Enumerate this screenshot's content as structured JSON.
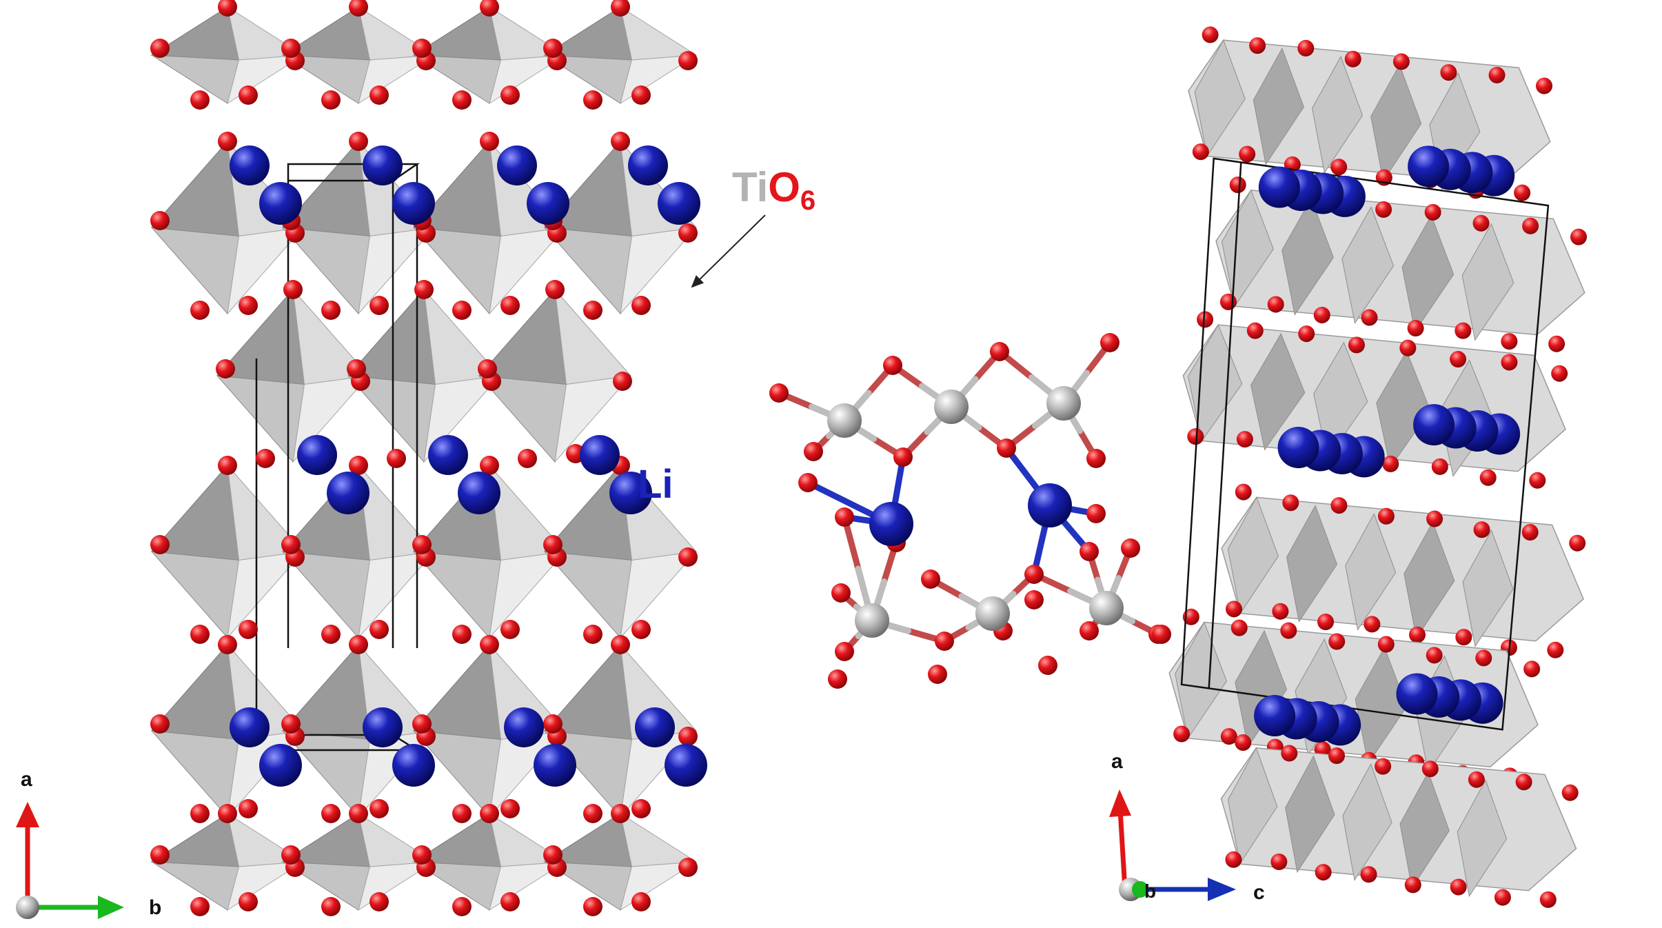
{
  "colors": {
    "oxygen": "#e4151b",
    "titanium": "#b9b9b9",
    "lithium": "#1a22b8",
    "octahedron_face": "#d2d2d2",
    "octahedron_dark": "#8e8e8e",
    "cell_edge": "#111111",
    "axis_a": "#e01515",
    "axis_b": "#19b81e",
    "axis_c": "#1530b4"
  },
  "labels": {
    "tio6_ti": "Ti",
    "tio6_o": "O",
    "tio6_sub": "6",
    "li": "Li"
  },
  "left_axes": {
    "up": "a",
    "right": "b"
  },
  "right_axes": {
    "up": "a",
    "into": "b",
    "right": "c"
  },
  "icons": {
    "left_panel": "polyhedral-structure-view-along-c",
    "middle_panel": "ball-and-stick-coordination-cluster",
    "right_panel": "polyhedral-structure-view-along-b"
  }
}
